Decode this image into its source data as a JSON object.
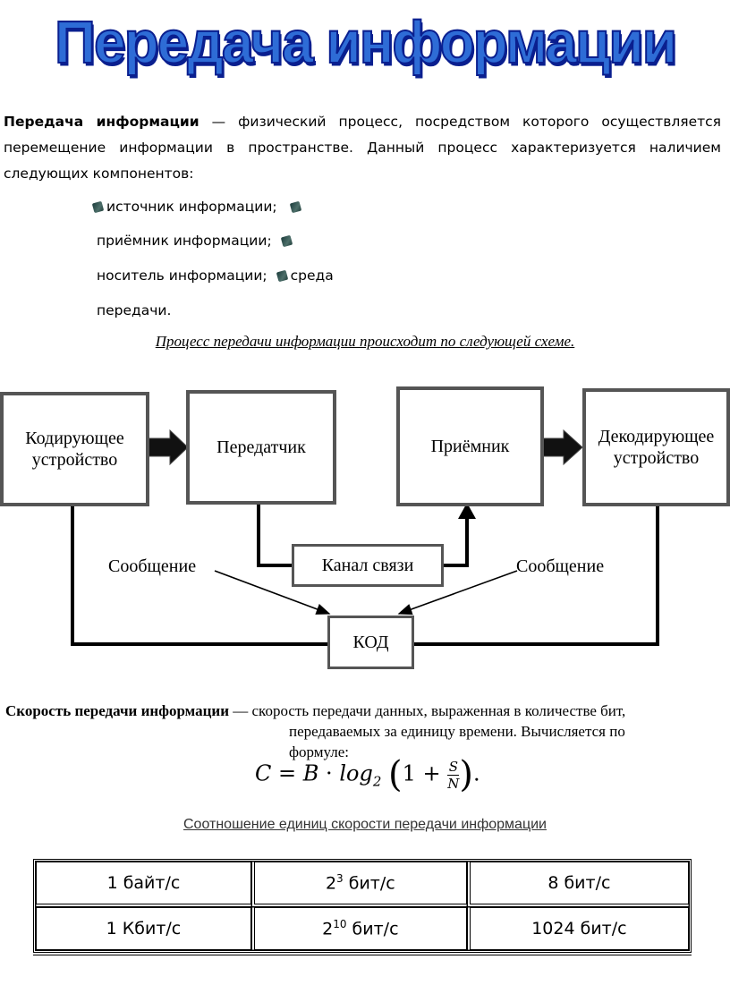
{
  "title": "Передача информации",
  "intro": {
    "term": "Передача информации",
    "text": " — физический процесс, посредством которого осуществляется перемещение информации в пространстве. Данный процесс характеризуется наличием следующих компонентов:"
  },
  "components": [
    "источник информации;",
    "приёмник информации;",
    "носитель информации;",
    "среда",
    "передачи."
  ],
  "scheme_caption": "Процесс передачи информации происходит по следующей схеме.",
  "diagram": {
    "encoder": "Кодирующее устройство",
    "transmitter": "Передатчик",
    "receiver": "Приёмник",
    "decoder": "Декодирующее устройство",
    "channel": "Канал связи",
    "message_left": "Сообщение",
    "message_right": "Сообщение",
    "code": "КОД"
  },
  "speed": {
    "term": "Скорость передачи информации",
    "text1": " — скорость передачи данных, выраженная в количестве бит,",
    "text2": "передаваемых за единицу времени. Вычисляется по",
    "text3": "формуле:"
  },
  "formula": {
    "lhs": "C",
    "eq": "=",
    "B": "B",
    "dot": "·",
    "log": "log",
    "base": "2",
    "one": "1",
    "plus": "+",
    "num": "S",
    "den": "N",
    "end": "."
  },
  "table_caption": "Соотношение единиц скорости передачи информации",
  "table": {
    "rows": [
      {
        "c1": "1 байт/с",
        "c2_base": "2",
        "c2_exp": "3",
        "c2_unit": " бит/с",
        "c3": "8 бит/с"
      },
      {
        "c1": "1 Кбит/с",
        "c2_base": "2",
        "c2_exp": "10",
        "c2_unit": " бит/с",
        "c3": "1024 бит/с"
      }
    ]
  }
}
